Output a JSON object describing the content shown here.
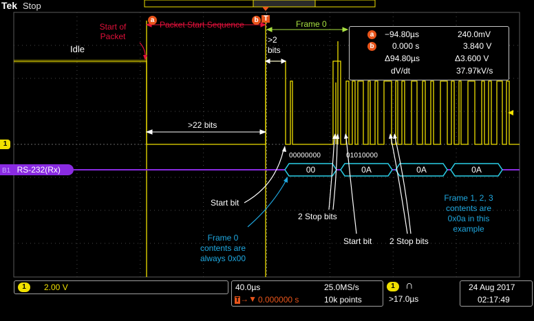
{
  "header": {
    "logo": "Tek",
    "status": "Stop"
  },
  "cursors": {
    "a_label": "a",
    "b_label": "b"
  },
  "annotations": {
    "start_of_packet": "Start of Packet",
    "packet_start_sequence": "Packet Start Sequence",
    "frame0": "Frame 0",
    "idle": "Idle",
    "gt2_bits": ">2 bits",
    "gt22_bits": ">22 bits",
    "bin_00": "00000000",
    "bin_0a": "01010000",
    "start_bit_1": "Start bit",
    "two_stop_bits_1": "2 Stop bits",
    "start_bit_2": "Start bit",
    "two_stop_bits_2": "2 Stop bits",
    "frame0_contents": "Frame 0 contents are always 0x00",
    "frames123_contents": "Frame 1, 2, 3 contents are 0x0a in this example"
  },
  "measurements": {
    "a_time": "−94.80µs",
    "a_volt": "240.0mV",
    "b_time": "0.000 s",
    "b_volt": "3.840 V",
    "delta_time": "Δ94.80µs",
    "delta_volt": "Δ3.600 V",
    "dvdt_label": "dV/dt",
    "dvdt_value": "37.97kV/s"
  },
  "channel1": {
    "marker": "1",
    "scale": "2.00 V"
  },
  "bus": {
    "marker": "B1",
    "label": "RS-232(Rx)",
    "frames": [
      "00",
      "0A",
      "0A",
      "0A"
    ]
  },
  "timebase": {
    "horizontal_scale": "40.0µs",
    "sample_rate": "25.0MS/s",
    "trigger_position": "0.000000 s",
    "record_length": "10k points"
  },
  "trigger": {
    "source": "1",
    "condition": ">17.0µs"
  },
  "datetime": {
    "date": "24 Aug 2017",
    "time": "02:17:49"
  },
  "colors": {
    "channel1": "#f0e000",
    "bus": "#8a2be2",
    "decode_frame": "#2ad0e8",
    "cursor_badge": "#e8541a",
    "annotation_blue": "#1fa8e0",
    "annotation_red": "#e0103a",
    "annotation_green": "#a8e040"
  }
}
